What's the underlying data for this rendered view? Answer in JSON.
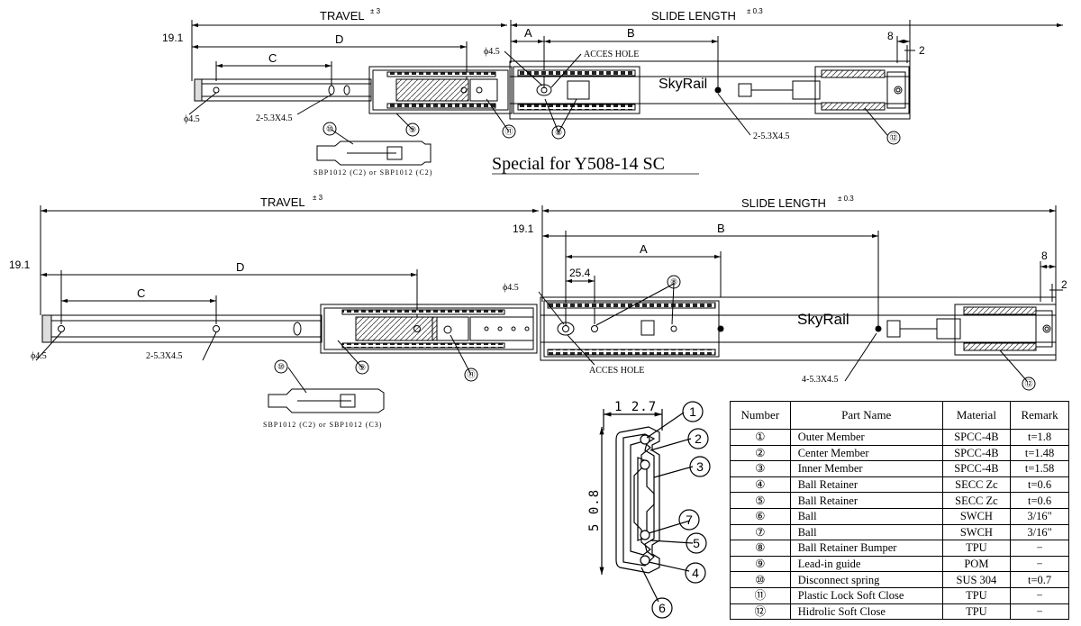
{
  "top_drawing": {
    "travel_label": "TRAVEL",
    "travel_tol": "± 3",
    "slide_length_label": "SLIDE LENGTH",
    "slide_length_tol": "± 0.3",
    "dim_19_1": "19.1",
    "dim_d": "D",
    "dim_c": "C",
    "dim_a": "A",
    "dim_b": "B",
    "dim_8": "8",
    "dim_2": "2",
    "phi45_upper": "ϕ4.5",
    "phi45_lower": "ϕ4.5",
    "acces_hole": "ACCES HOLE",
    "brand": "SkyRail",
    "hole_spec_left": "2-5.3X4.5",
    "hole_spec_right": "2-5.3X4.5",
    "spring_spec": "SBP1012 (C2) or SBP1012 (C2)",
    "special_note": "Special for  Y508-14 SC",
    "callouts": [
      "⑧",
      "⑨",
      "⑩",
      "⑪",
      "⑫"
    ]
  },
  "bottom_drawing": {
    "travel_label": "TRAVEL",
    "travel_tol": "± 3",
    "slide_length_label": "SLIDE LENGTH",
    "slide_length_tol": "± 0.3",
    "dim_19_1_left": "19.1",
    "dim_19_1_mid": "19.1",
    "dim_d": "D",
    "dim_c": "C",
    "dim_a": "A",
    "dim_b": "B",
    "dim_25_4": "25.4",
    "dim_8": "8",
    "dim_2": "2",
    "phi45_left": "ϕ4.5",
    "phi45_mid": "ϕ4.5",
    "acces_hole": "ACCES HOLE",
    "brand": "SkyRail",
    "hole_spec_left": "2-5.3X4.5",
    "hole_spec_right": "4-5.3X4.5",
    "spring_spec": "SBP1012 (C2) or SBP1012 (C3)",
    "callouts": [
      "⑧",
      "⑨",
      "⑩",
      "⑪",
      "⑫"
    ]
  },
  "cross_section": {
    "width_dim": "1 2.7",
    "height_dim": "5 0.8",
    "callouts": [
      "1",
      "2",
      "3",
      "4",
      "5",
      "6",
      "7"
    ]
  },
  "parts_table": {
    "headers": [
      "Number",
      "Part Name",
      "Material",
      "Remark"
    ],
    "rows": [
      {
        "number": "①",
        "name": "Outer Member",
        "material": "SPCC-4B",
        "remark": "t=1.8"
      },
      {
        "number": "②",
        "name": "Center Member",
        "material": "SPCC-4B",
        "remark": "t=1.48"
      },
      {
        "number": "③",
        "name": "Inner Member",
        "material": "SPCC-4B",
        "remark": "t=1.58"
      },
      {
        "number": "④",
        "name": "Ball Retainer",
        "material": "SECC Zc",
        "remark": "t=0.6"
      },
      {
        "number": "⑤",
        "name": "Ball Retainer",
        "material": "SECC Zc",
        "remark": "t=0.6"
      },
      {
        "number": "⑥",
        "name": "Ball",
        "material": "SWCH",
        "remark": "3/16\""
      },
      {
        "number": "⑦",
        "name": "Ball",
        "material": "SWCH",
        "remark": "3/16\""
      },
      {
        "number": "⑧",
        "name": "Ball Retainer Bumper",
        "material": "TPU",
        "remark": "−"
      },
      {
        "number": "⑨",
        "name": "Lead-in guide",
        "material": "POM",
        "remark": "−"
      },
      {
        "number": "⑩",
        "name": "Disconnect spring",
        "material": "SUS 304",
        "remark": "t=0.7"
      },
      {
        "number": "⑪",
        "name": "Plastic Lock Soft Close",
        "material": "TPU",
        "remark": "−"
      },
      {
        "number": "⑫",
        "name": "Hidrolic Soft Close",
        "material": "TPU",
        "remark": "−"
      }
    ]
  }
}
